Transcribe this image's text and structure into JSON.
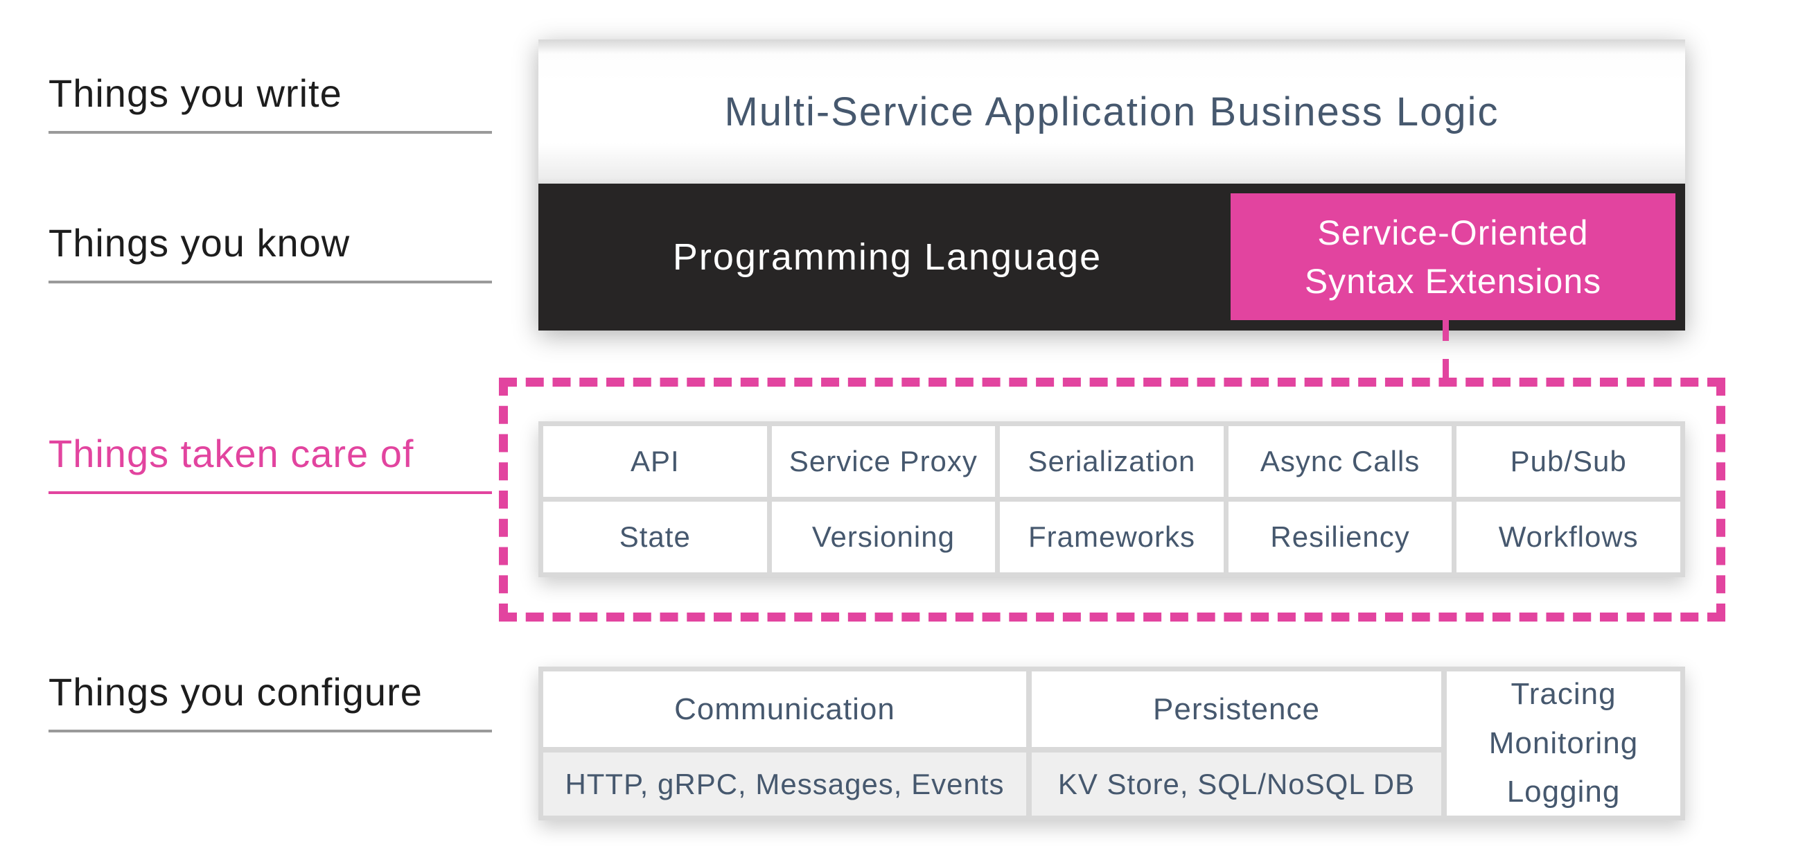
{
  "colors": {
    "accent_pink": "#e2449f",
    "bar_dark": "#272525",
    "text_slate": "#46586e",
    "text_black": "#1d1d1d",
    "grid_border_gray": "#d9d9d9",
    "sub_cell_gray": "#efefef",
    "rule_gray": "#9a9a9a"
  },
  "left_labels": [
    {
      "label": "Things you write"
    },
    {
      "label": "Things you know"
    },
    {
      "label": "Things taken care of"
    },
    {
      "label": "Things you configure"
    }
  ],
  "top_box": {
    "title": "Multi-Service Application Business Logic"
  },
  "language_bar": {
    "programming_language": "Programming Language",
    "syntax_line1": "Service-Oriented",
    "syntax_line2": "Syntax Extensions"
  },
  "capabilities_grid": {
    "rows": [
      [
        "API",
        "Service Proxy",
        "Serialization",
        "Async Calls",
        "Pub/Sub"
      ],
      [
        "State",
        "Versioning",
        "Frameworks",
        "Resiliency",
        "Workflows"
      ]
    ]
  },
  "config_table": {
    "communication": {
      "header": "Communication",
      "sub": "HTTP, gRPC, Messages, Events"
    },
    "persistence": {
      "header": "Persistence",
      "sub": "KV Store, SQL/NoSQL DB"
    },
    "observability_lines": [
      "Tracing",
      "Monitoring",
      "Logging"
    ]
  }
}
